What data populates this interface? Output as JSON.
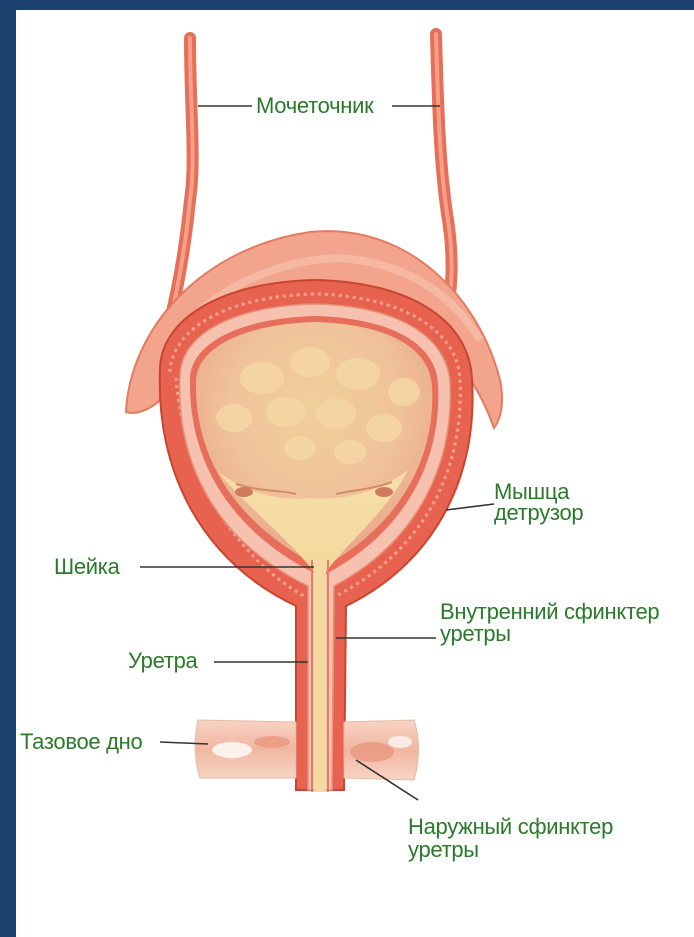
{
  "labels": {
    "ureter": "Мочеточник",
    "detrusor_line1": "Мышца",
    "detrusor_line2": "детрузор",
    "neck": "Шейка",
    "internal_sphincter_line1": "Внутренний сфинктер",
    "internal_sphincter_line2": "уретры",
    "urethra": "Уретра",
    "pelvic_floor": "Тазовое дно",
    "external_sphincter_line1": "Наружный сфинктер",
    "external_sphincter_line2": "уретры"
  },
  "colors": {
    "frame": "#1e4270",
    "label_text": "#2a7a2a",
    "muscle": "#e8634f",
    "wall_light": "#f5b9a3",
    "lumen": "#f2c8a4",
    "lumen_inner": "#efd09a"
  }
}
